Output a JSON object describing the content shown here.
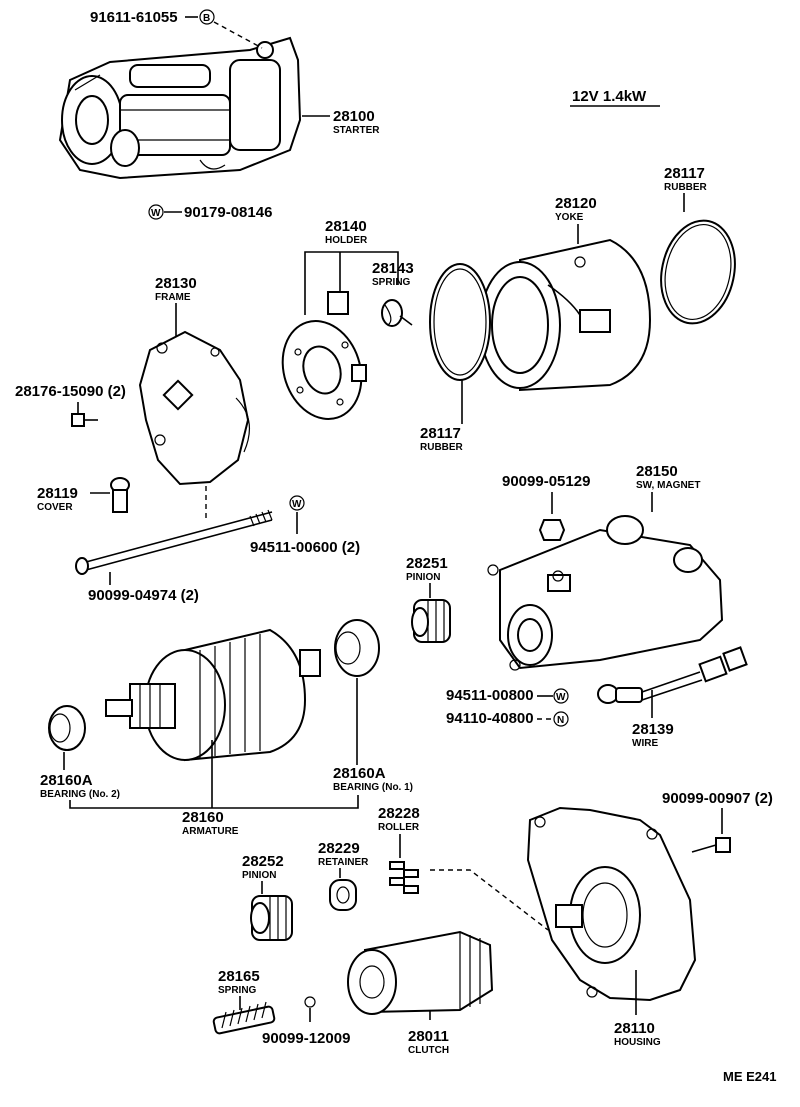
{
  "spec": "12V 1.4kW",
  "code": "ME E241",
  "parts": {
    "p91611": {
      "num": "91611-61055",
      "sym": "B"
    },
    "p28100": {
      "num": "28100",
      "name": "STARTER"
    },
    "p90179": {
      "num": "90179-08146",
      "sym": "W"
    },
    "p28140": {
      "num": "28140",
      "name": "HOLDER"
    },
    "p28143": {
      "num": "28143",
      "name": "SPRING"
    },
    "p28120": {
      "num": "28120",
      "name": "YOKE"
    },
    "p28117a": {
      "num": "28117",
      "name": "RUBBER"
    },
    "p28130": {
      "num": "28130",
      "name": "FRAME"
    },
    "p28176": {
      "num": "28176-15090 (2)"
    },
    "p28117b": {
      "num": "28117",
      "name": "RUBBER"
    },
    "p28119": {
      "num": "28119",
      "name": "COVER"
    },
    "p94511a": {
      "num": "94511-00600 (2)",
      "sym": "W"
    },
    "p90099a": {
      "num": "90099-04974 (2)"
    },
    "p90099b": {
      "num": "90099-05129"
    },
    "p28150": {
      "num": "28150",
      "name": "SW, MAGNET"
    },
    "p28251": {
      "num": "28251",
      "name": "PINION"
    },
    "p94511b": {
      "num": "94511-00800",
      "sym": "W"
    },
    "p94110": {
      "num": "94110-40800",
      "sym": "N"
    },
    "p28139": {
      "num": "28139",
      "name": "WIRE"
    },
    "p28160a2": {
      "num": "28160A",
      "name": "BEARING (No. 2)"
    },
    "p28160a1": {
      "num": "28160A",
      "name": "BEARING (No. 1)"
    },
    "p28160": {
      "num": "28160",
      "name": "ARMATURE"
    },
    "p90099c": {
      "num": "90099-00907 (2)"
    },
    "p28228": {
      "num": "28228",
      "name": "ROLLER"
    },
    "p28229": {
      "num": "28229",
      "name": "RETAINER"
    },
    "p28252": {
      "num": "28252",
      "name": "PINION"
    },
    "p28165": {
      "num": "28165",
      "name": "SPRING"
    },
    "p90099d": {
      "num": "90099-12009"
    },
    "p28011": {
      "num": "28011",
      "name": "CLUTCH"
    },
    "p28110": {
      "num": "28110",
      "name": "HOUSING"
    }
  }
}
